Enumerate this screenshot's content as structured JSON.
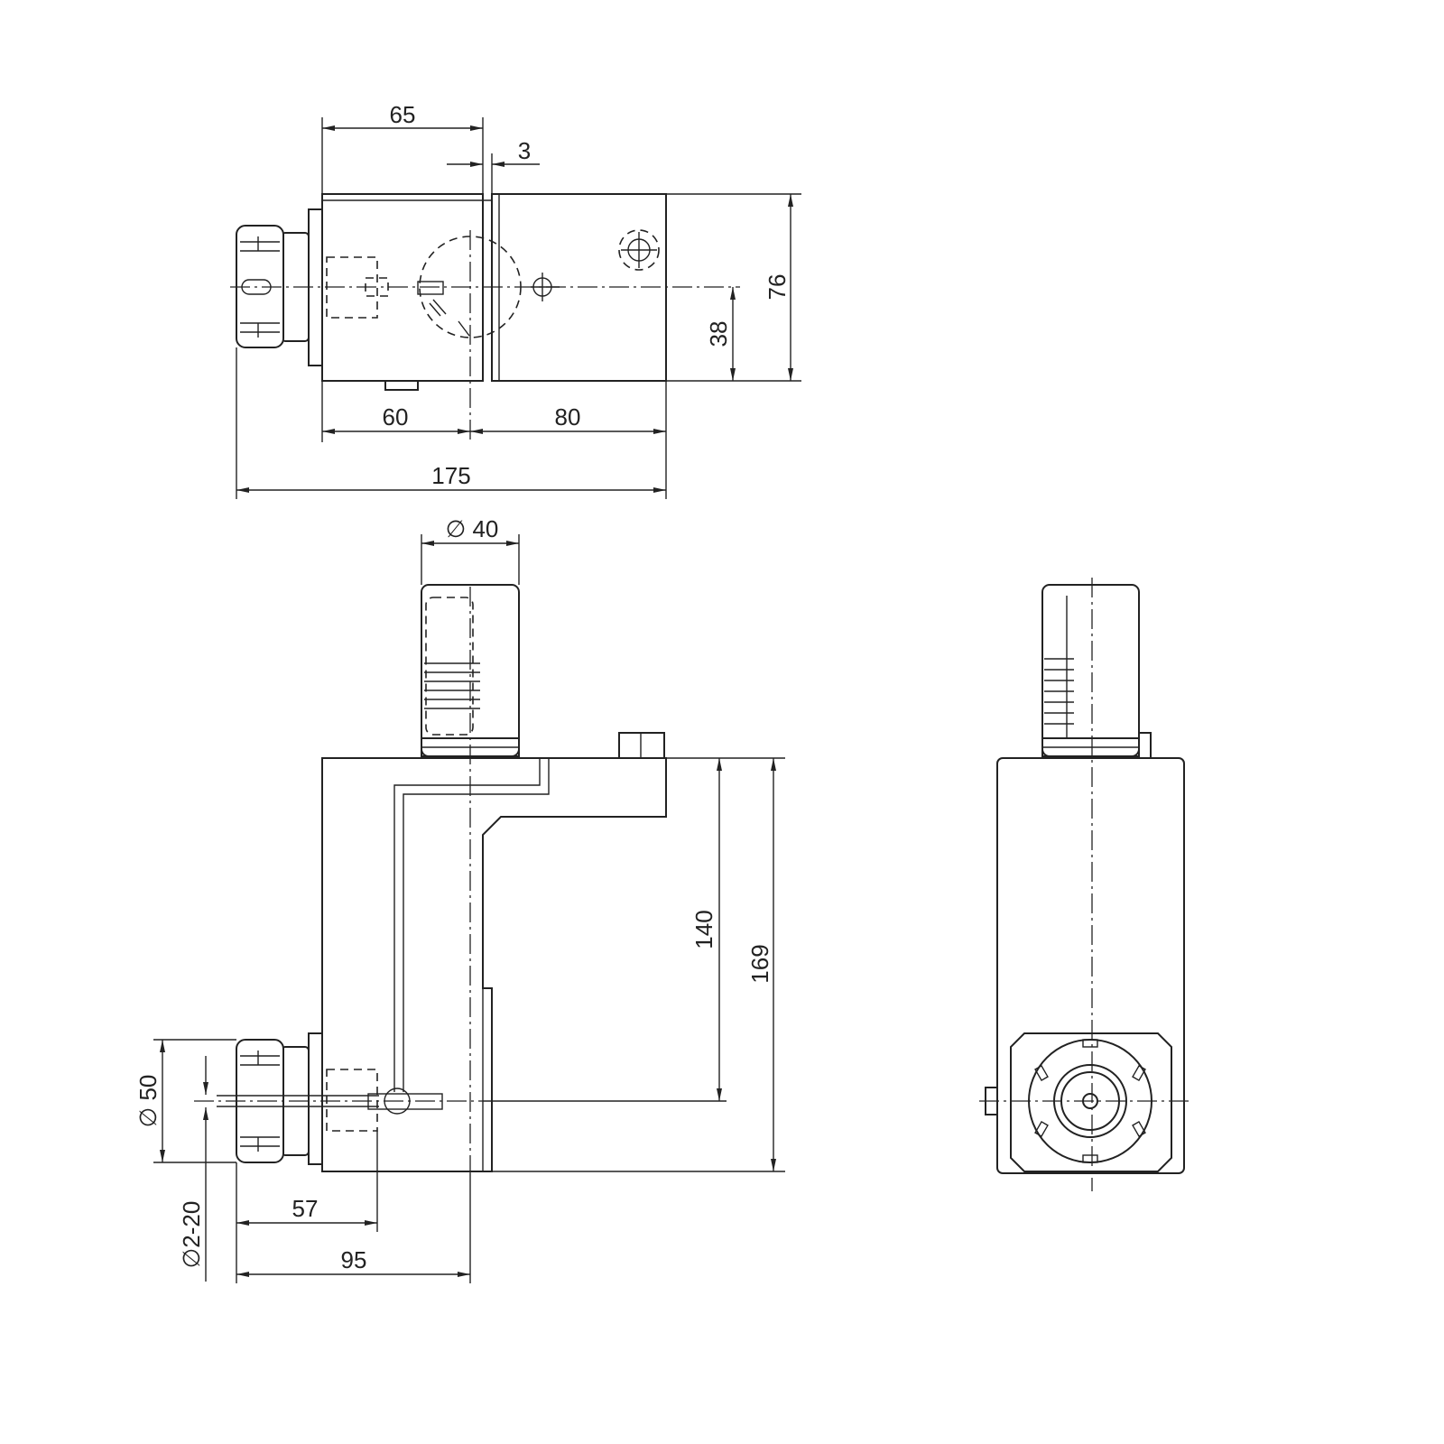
{
  "colors": {
    "line": "#222222",
    "background": "#ffffff"
  },
  "top_view": {
    "dim_65": "65",
    "dim_3": "3",
    "dim_76": "76",
    "dim_38": "38",
    "dim_60": "60",
    "dim_80": "80",
    "dim_175": "175"
  },
  "front_view": {
    "dim_dia40": "∅ 40",
    "dim_140": "140",
    "dim_169": "169",
    "dim_dia50": "∅ 50",
    "dim_dia2_20": "∅2-20",
    "dim_57": "57",
    "dim_95": "95"
  }
}
